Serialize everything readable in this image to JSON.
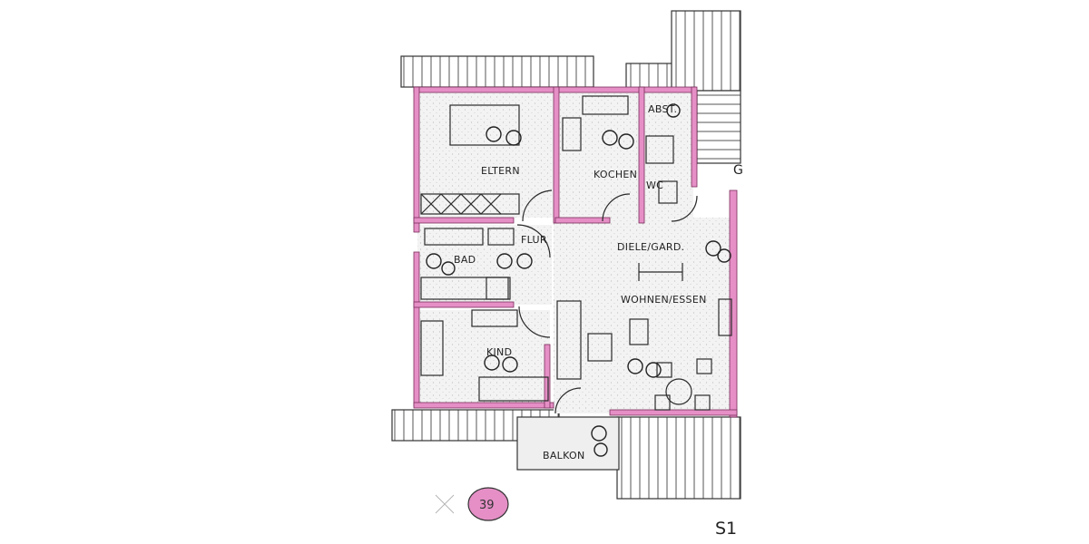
{
  "plan": {
    "rooms": {
      "eltern": "ELTERN",
      "kochen": "KOCHEN",
      "abst": "ABST.",
      "wc": "WC",
      "bad": "BAD",
      "flur": "FLUR",
      "diele": "DIELE/GARD.",
      "wohnen": "WOHNEN/ESSEN",
      "kind": "KIND",
      "balkon": "BALKON"
    },
    "edge_letter": "G",
    "stamp_number": "39",
    "large_stamp_number": "39",
    "sheet_label": "S1"
  },
  "colors": {
    "wall": "#e58fc6",
    "line": "#2a2a2a",
    "paper": "#ffffff",
    "balcony": "#efefef"
  }
}
